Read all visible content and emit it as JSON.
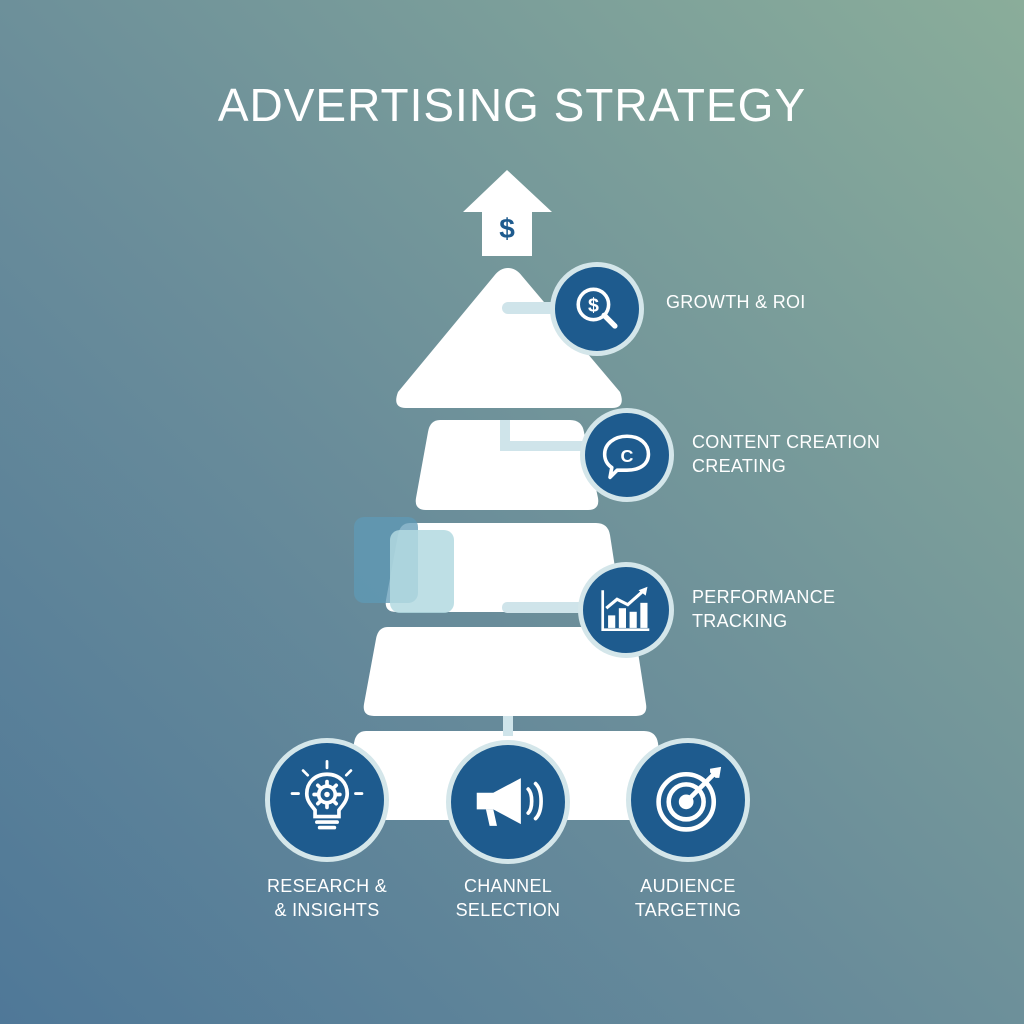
{
  "title": "ADVERTISING STRATEGY",
  "top_icon": "dollar-up-arrow-icon",
  "levels": [
    {
      "icon": "dollar-magnifier-icon",
      "label_lines": [
        "GROWTH & ROI"
      ]
    },
    {
      "icon": "chat-bubble-icon",
      "label_lines": [
        "CONTENT CREATION",
        "CREATING"
      ]
    },
    {
      "icon": "bar-chart-trend-icon",
      "label_lines": [
        "PERFORMANCE",
        "TRACKING"
      ]
    }
  ],
  "base": [
    {
      "icon": "lightbulb-gear-icon",
      "label_lines": [
        "RESEARCH &",
        "& INSIGHTS"
      ]
    },
    {
      "icon": "megaphone-icon",
      "label_lines": [
        "CHANNEL",
        "SELECTION"
      ]
    },
    {
      "icon": "target-icon",
      "label_lines": [
        "AUDIENCE",
        "TARGETING"
      ]
    }
  ],
  "colors": {
    "icon_circle": "#1e5b8e",
    "icon_ring": "#d4e6ea",
    "pyramid": "#ffffff",
    "connector": "#cfe4ea"
  }
}
